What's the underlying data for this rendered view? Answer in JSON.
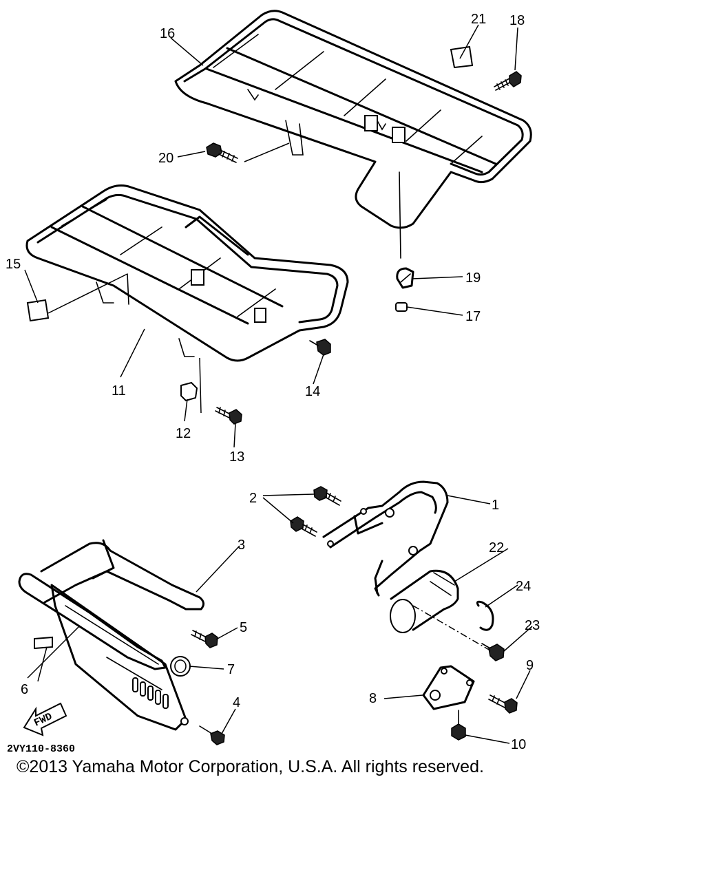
{
  "diagram": {
    "callouts": [
      "1",
      "2",
      "3",
      "4",
      "5",
      "6",
      "7",
      "8",
      "9",
      "10",
      "11",
      "12",
      "13",
      "14",
      "15",
      "16",
      "17",
      "18",
      "19",
      "20",
      "21",
      "22",
      "23",
      "24"
    ],
    "fwd_label": "FWD",
    "diagram_code": "2VY110-8360"
  },
  "copyright": "©2013 Yamaha Motor Corporation, U.S.A. All rights reserved."
}
